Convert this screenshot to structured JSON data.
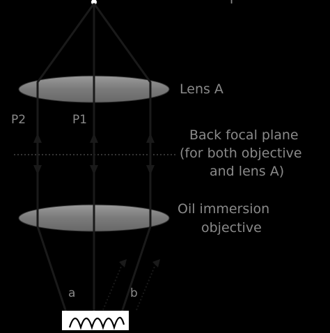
{
  "labels": {
    "top_partial": "r",
    "lens_a": "Lens A",
    "back_focal_plane": [
      "Back focal plane",
      "(for both objective",
      "and lens A)"
    ],
    "objective": [
      "Oil immersion",
      "objective"
    ],
    "path_p1": "P1",
    "path_p2": "P2",
    "ray_a": "a",
    "ray_b": "b"
  },
  "colors": {
    "background": "#000000",
    "lens_fill": "#7f7f7f",
    "label_text": "#8a8a8a",
    "ray": "#1a1a1a",
    "light_source_box": "#ffffff"
  }
}
